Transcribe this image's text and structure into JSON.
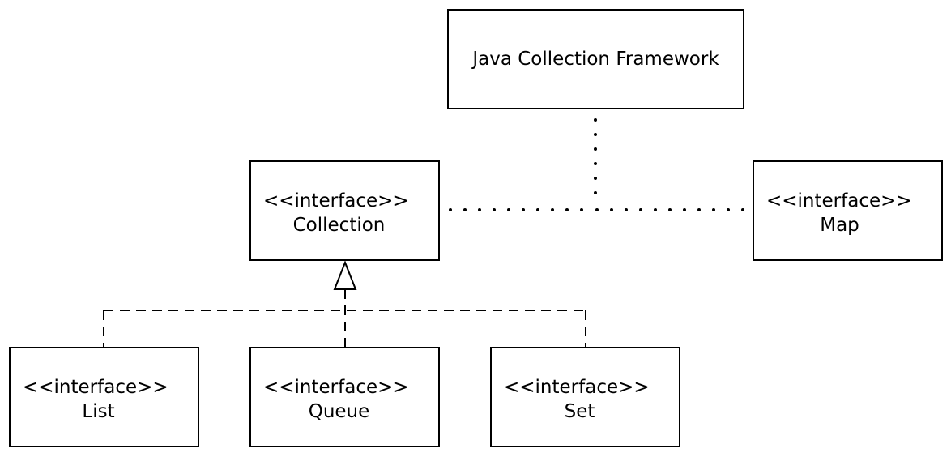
{
  "title_box": {
    "label": "Java Collection Framework"
  },
  "interfaces": {
    "collection": {
      "stereotype": "<<interface>>",
      "name": "Collection"
    },
    "map": {
      "stereotype": "<<interface>>",
      "name": "Map"
    },
    "list": {
      "stereotype": "<<interface>>",
      "name": "List"
    },
    "queue": {
      "stereotype": "<<interface>>",
      "name": "Queue"
    },
    "set": {
      "stereotype": "<<interface>>",
      "name": "Set"
    }
  },
  "relations": [
    {
      "from": "Java Collection Framework",
      "to": "Collection",
      "style": "dotted"
    },
    {
      "from": "Java Collection Framework",
      "to": "Map",
      "style": "dotted"
    },
    {
      "from": "List",
      "to": "Collection",
      "style": "dashed",
      "arrow": "hollow-triangle"
    },
    {
      "from": "Queue",
      "to": "Collection",
      "style": "dashed",
      "arrow": "hollow-triangle"
    },
    {
      "from": "Set",
      "to": "Collection",
      "style": "dashed",
      "arrow": "hollow-triangle"
    }
  ]
}
